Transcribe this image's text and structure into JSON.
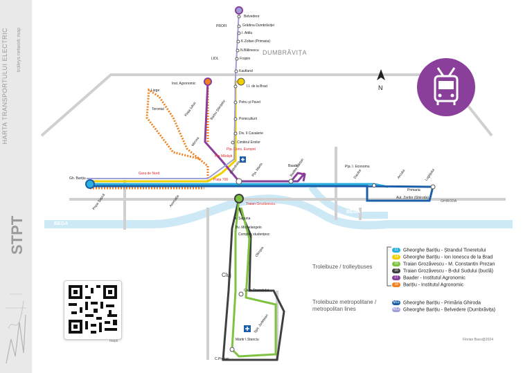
{
  "sidebar": {
    "title": "HARTA TRANSPORTULUI ELECTRIC",
    "subtitle": "trolleys network map",
    "logo_text": "STPT"
  },
  "map": {
    "city_label": "DUMBRĂVIȚA",
    "river_label": "BEGA",
    "ghiroda_label": "GHIRODA",
    "cluj_label": "Cluj",
    "north_label": "N",
    "trolley_icon": "trolleybus-icon",
    "colors": {
      "line11": "#2ab0e0",
      "line14": "#f0d000",
      "line15": "#7fc241",
      "line16": "#404040",
      "line17": "#8a3f9a",
      "line18": "#f08020",
      "metro": "#1d5ea8",
      "metro2": "#a0a0d8",
      "river": "#cde9f6",
      "road": "#c8c8c8"
    }
  },
  "stations": [
    {
      "id": "belvedere",
      "label": "Belvedere"
    },
    {
      "id": "gradina",
      "label": "Grădina Dumbrăviței"
    },
    {
      "id": "attila",
      "label": "I. Attila"
    },
    {
      "id": "zoltan",
      "label": "K.Zoltan (Primaria)"
    },
    {
      "id": "balinescu",
      "label": "N.Bălinescu"
    },
    {
      "id": "fropiin",
      "label": "Fropiin"
    },
    {
      "id": "kaufland",
      "label": "Kaufland"
    },
    {
      "id": "profi",
      "label": "PROFI"
    },
    {
      "id": "lidl",
      "label": "LIDL"
    },
    {
      "id": "brad",
      "label": "I.I. de la Brad"
    },
    {
      "id": "petru",
      "label": "Petru și Pavel"
    },
    {
      "id": "pomicultorii",
      "label": "Pomiculturii"
    },
    {
      "id": "cavalerie",
      "label": "Div. 9 Cavalerie"
    },
    {
      "id": "cimitir",
      "label": "Cimitirul Eroilor"
    },
    {
      "id": "consiliul",
      "label": "Pța. Cons. Europei"
    },
    {
      "id": "marasti",
      "label": "Pța Mărăști"
    },
    {
      "id": "agronomic",
      "label": "Inst. Agronomic"
    },
    {
      "id": "liege",
      "label": "Liege"
    },
    {
      "id": "torontal",
      "label": "Torontal"
    },
    {
      "id": "iulius",
      "label": "Piața Iulius"
    },
    {
      "id": "barbu",
      "label": "Barbu Științelor"
    },
    {
      "id": "mircea",
      "label": "Mircea"
    },
    {
      "id": "gara",
      "label": "Gara de Nord"
    },
    {
      "id": "barițiu",
      "label": "Gh. Barițiu"
    },
    {
      "id": "popa",
      "label": "Popa Șapcă"
    },
    {
      "id": "badea",
      "label": "Badea Cârțan"
    },
    {
      "id": "piata700",
      "label": "Piața 700"
    },
    {
      "id": "asociatia",
      "label": "Asociația"
    },
    {
      "id": "catedrala",
      "label": "Catedrala"
    },
    {
      "id": "maria",
      "label": "Pța. Maria"
    },
    {
      "id": "baader",
      "label": "Baader"
    },
    {
      "id": "economu",
      "label": "Pța. I. Economu"
    },
    {
      "id": "dacilor",
      "label": "Dacilor"
    },
    {
      "id": "arcului",
      "label": "Arcului"
    },
    {
      "id": "lugojului",
      "label": "Lugojului"
    },
    {
      "id": "primaria",
      "label": "Primaria"
    },
    {
      "id": "zorilor",
      "label": "Aut. Zorilor (Ghiroda)"
    },
    {
      "id": "grozavescu",
      "label": "Traian Grozăvescu"
    },
    {
      "id": "sagune",
      "label": "A. Șaguna"
    },
    {
      "id": "michelangelo",
      "label": "Bv. Michelangelo"
    },
    {
      "id": "complex",
      "label": "Complex studențesc"
    },
    {
      "id": "tineretului",
      "label": "Casa Tineretului"
    },
    {
      "id": "stanciu",
      "label": "Martir I.Stanciu"
    },
    {
      "id": "prezan",
      "label": "C.Prezan"
    },
    {
      "id": "olimpia",
      "label": "Olimpia"
    },
    {
      "id": "judetean",
      "label": "Spit. Județean"
    }
  ],
  "legend": {
    "trolley_title": "Troleibuze / trolleybuses",
    "metro_title": "Troleibuze metropolitane / metropolitan lines",
    "lines": [
      {
        "code": "11",
        "color": "#2ab0e0",
        "label": "Gheorghe Barițiu - Ștrandul Tineretului"
      },
      {
        "code": "14",
        "color": "#f0d000",
        "label": "Gheorghe Barițiu - Ion Ionescu de la Brad"
      },
      {
        "code": "15",
        "color": "#7fc241",
        "label": "Traian Grozăvescu - M. Constantin Prezan"
      },
      {
        "code": "16",
        "color": "#404040",
        "label": "Traian Grozăvescu - B-dul Sudului (buclă)"
      },
      {
        "code": "17",
        "color": "#8a3f9a",
        "label": "Baader - Institutul Agronomic"
      },
      {
        "code": "18",
        "color": "#f08020",
        "label": "Barițiu - Institutul Agronomic"
      }
    ],
    "metro_lines": [
      {
        "code": "M11",
        "color": "#1d5ea8",
        "label": "Gheorghe Barițiu - Primăria Ghiroda"
      },
      {
        "code": "M12",
        "color": "#a0a0d8",
        "label": "Gheorghe Barițiu - Belvedere (Dumbrăvița)"
      }
    ]
  },
  "qr": {
    "caption": "maps"
  },
  "credit": "Florian Bacs@2024"
}
